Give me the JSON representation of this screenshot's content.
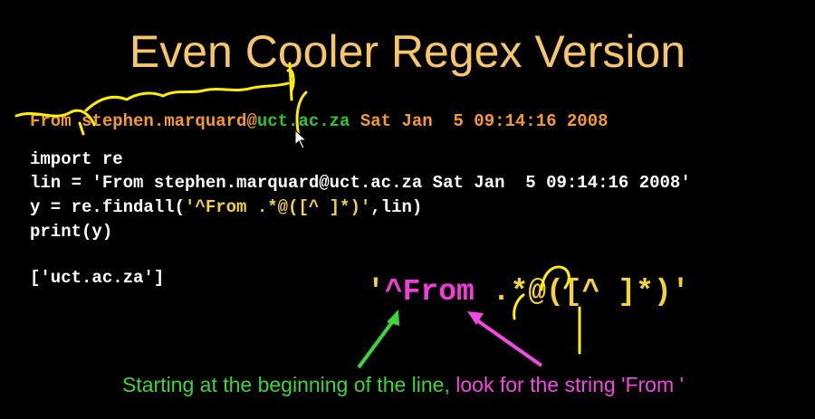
{
  "slide": {
    "title": "Even Cooler Regex Version",
    "from_line": {
      "part1": "From stephen.marquard@",
      "part2": "uct.ac.za",
      "part3": " Sat Jan  5 09:14:16 2008"
    },
    "code": {
      "line1": "import re",
      "line2": "lin = 'From stephen.marquard@uct.ac.za Sat Jan  5 09:14:16 2008'",
      "line3_pre": "y = re.findall(",
      "line3_str": "'^From .*@([^ ]*)'",
      "line3_post": ",lin)",
      "line4": "print(y)"
    },
    "output": "['uct.ac.za']",
    "big_regex": {
      "open": "'",
      "from_part": "^From",
      "rest": " .*@([^ ]*)'"
    },
    "caption": {
      "green": "Starting at the beginning of the line, ",
      "magenta": "look for the string 'From '"
    }
  },
  "colors": {
    "title": "#f7c56a",
    "orange": "#f39a33",
    "green": "#2ec431",
    "yellow": "#f3d23a",
    "magenta": "#f23bd8",
    "annotation_ink": "#ffee00"
  }
}
